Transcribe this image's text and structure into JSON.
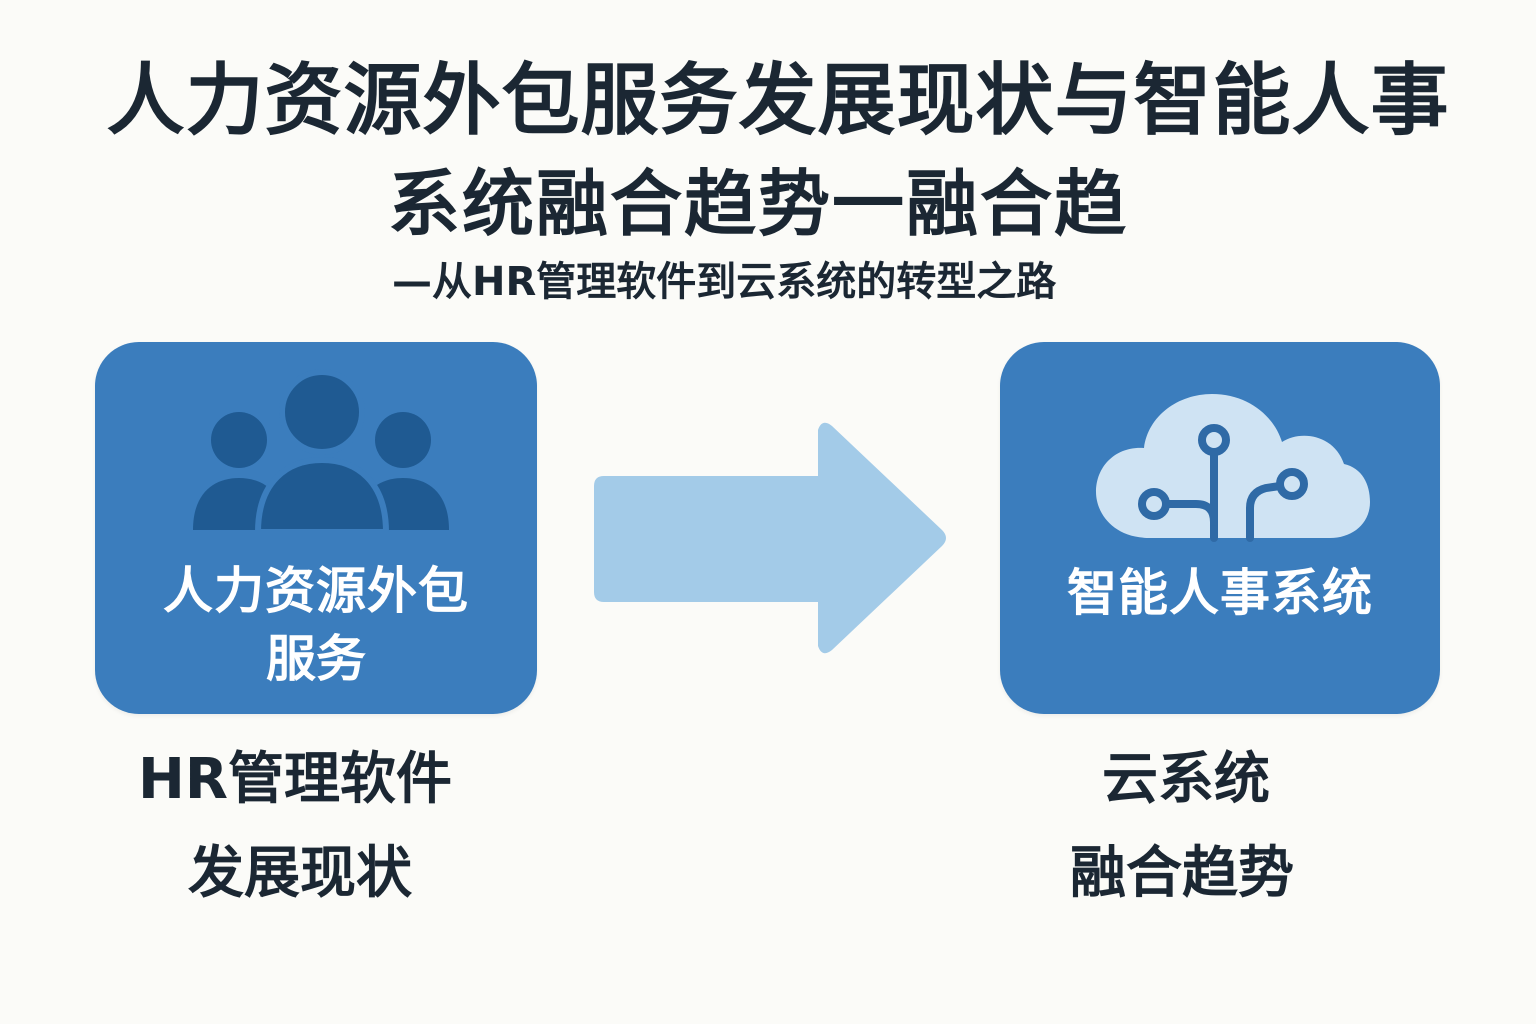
{
  "title": {
    "line1": "人力资源外包服务发展现状与智能人事",
    "line2": "系统融合趋势一融合趋",
    "subtitle": "—从HR管理软件到云系统的转型之路"
  },
  "left_box": {
    "label_line1": "人力资源外包",
    "label_line2": "服务",
    "icon": "people-group-icon"
  },
  "right_box": {
    "label_line1": "智能人事系统",
    "icon": "cloud-network-icon"
  },
  "arrow": {
    "icon": "arrow-right-icon"
  },
  "left_caption": {
    "line1": "HR管理软件",
    "line2": "发展现状"
  },
  "right_caption": {
    "line1": "云系统",
    "line2": "融合趋势"
  },
  "colors": {
    "background": "#fbfbf8",
    "box": "#3b7dbd",
    "icon_dark": "#1f5a92",
    "arrow": "#a3cbe8",
    "cloud": "#cfe3f3",
    "text": "#1b2733"
  }
}
